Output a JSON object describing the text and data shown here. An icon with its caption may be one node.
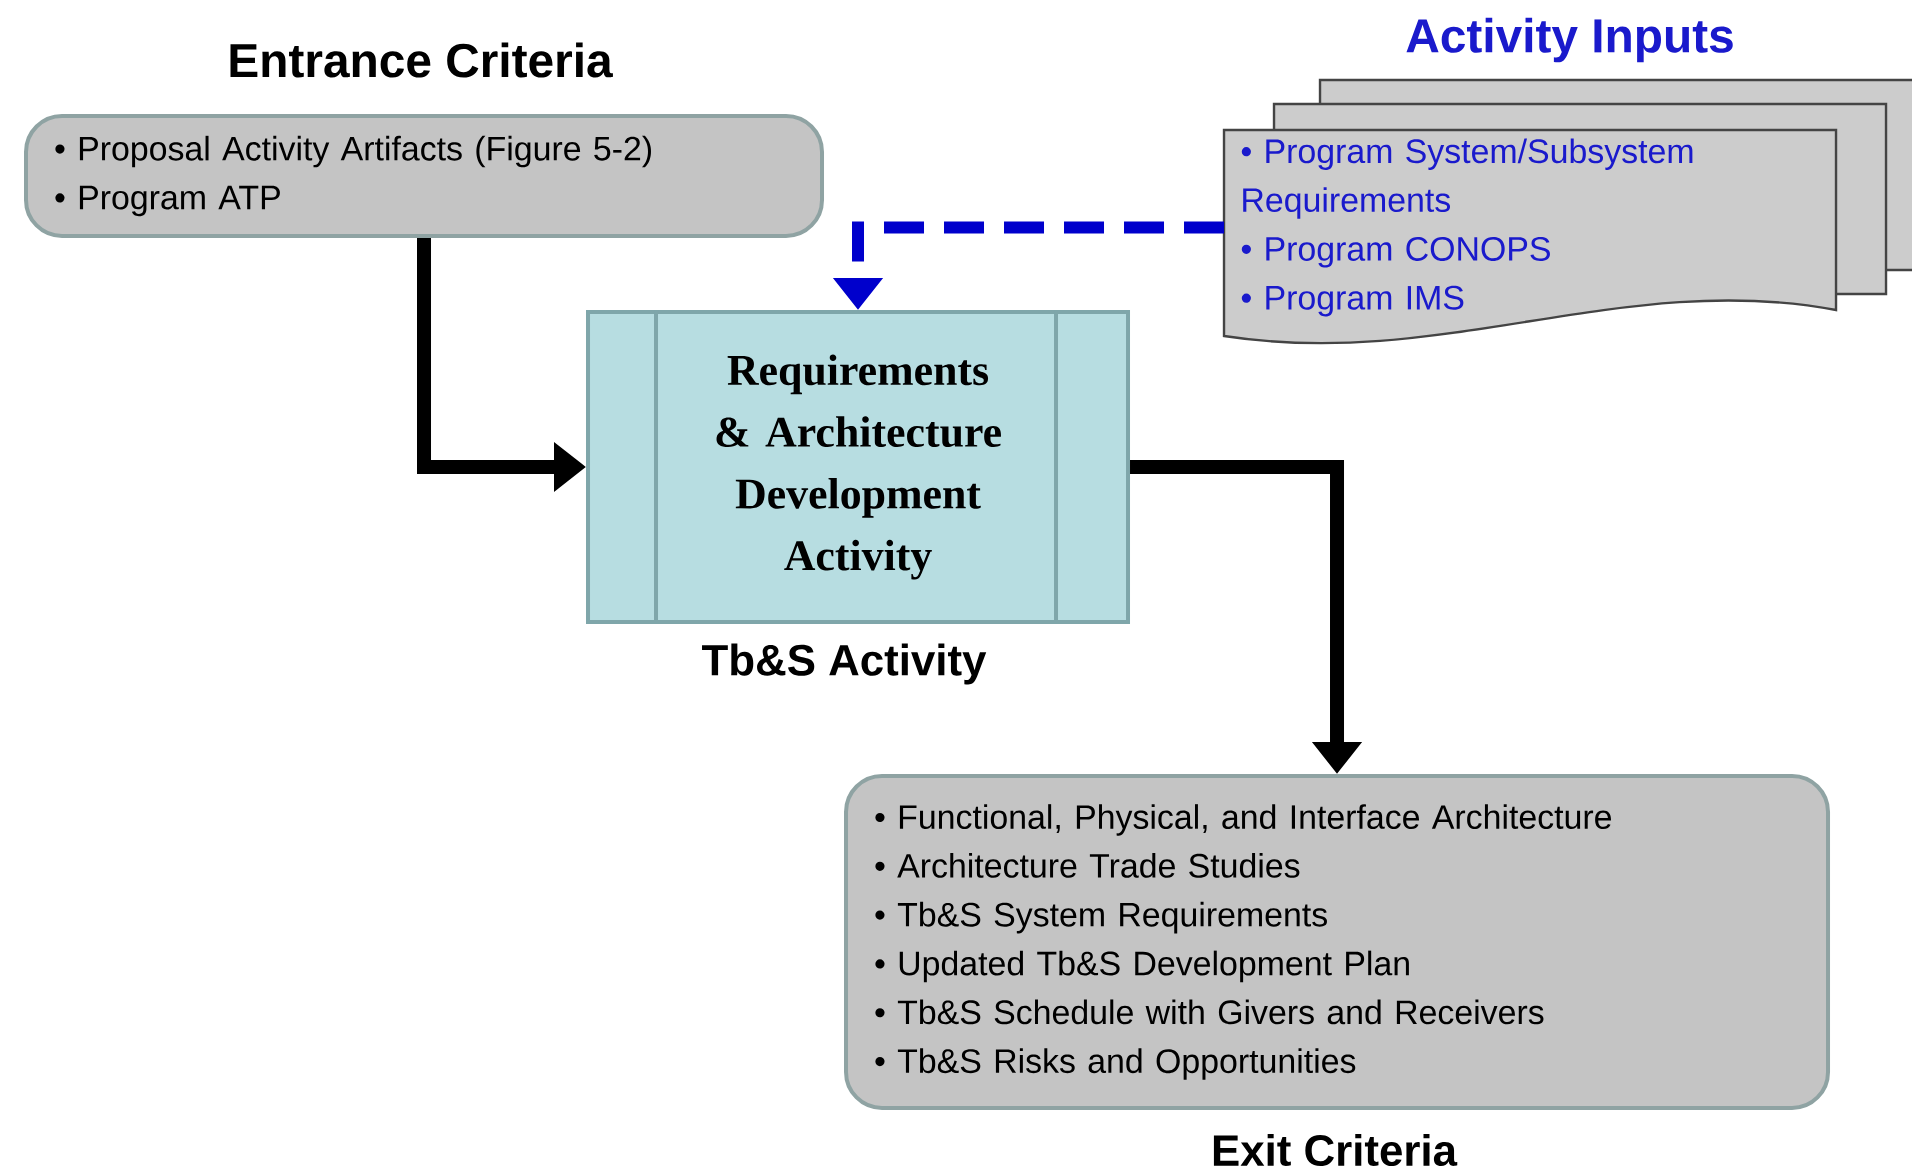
{
  "diagram": {
    "nodes": [
      {
        "text": [
          "Entrance Criteria",
          "• Proposal Activity Artifacts (Figure 5-2)",
          "• Program ATP"
        ]
      },
      {
        "text": [
          "Activity Inputs",
          "• Program System/Subsystem Requirements",
          "• Program CONOPS",
          "• Program IMS"
        ]
      },
      {
        "text": [
          "Requirements & Architecture Development Activity",
          "Tb&S Activity"
        ]
      },
      {
        "text": [
          "• Functional, Physical, and Interface Architecture",
          "• Architecture Trade Studies",
          "• Tb&S System Requirements",
          "• Updated Tb&S Development Plan",
          "• Tb&S Schedule with Givers and Receivers",
          "• Tb&S Risks and Opportunities",
          "Exit Criteria"
        ]
      }
    ],
    "edges": [
      {
        "from": 0,
        "to": 2,
        "arrow": "to"
      },
      {
        "from": 1,
        "to": 2,
        "arrow": "to",
        "style": "dashed",
        "color": "#0000cc"
      },
      {
        "from": 2,
        "to": 3,
        "arrow": "to"
      }
    ]
  }
}
